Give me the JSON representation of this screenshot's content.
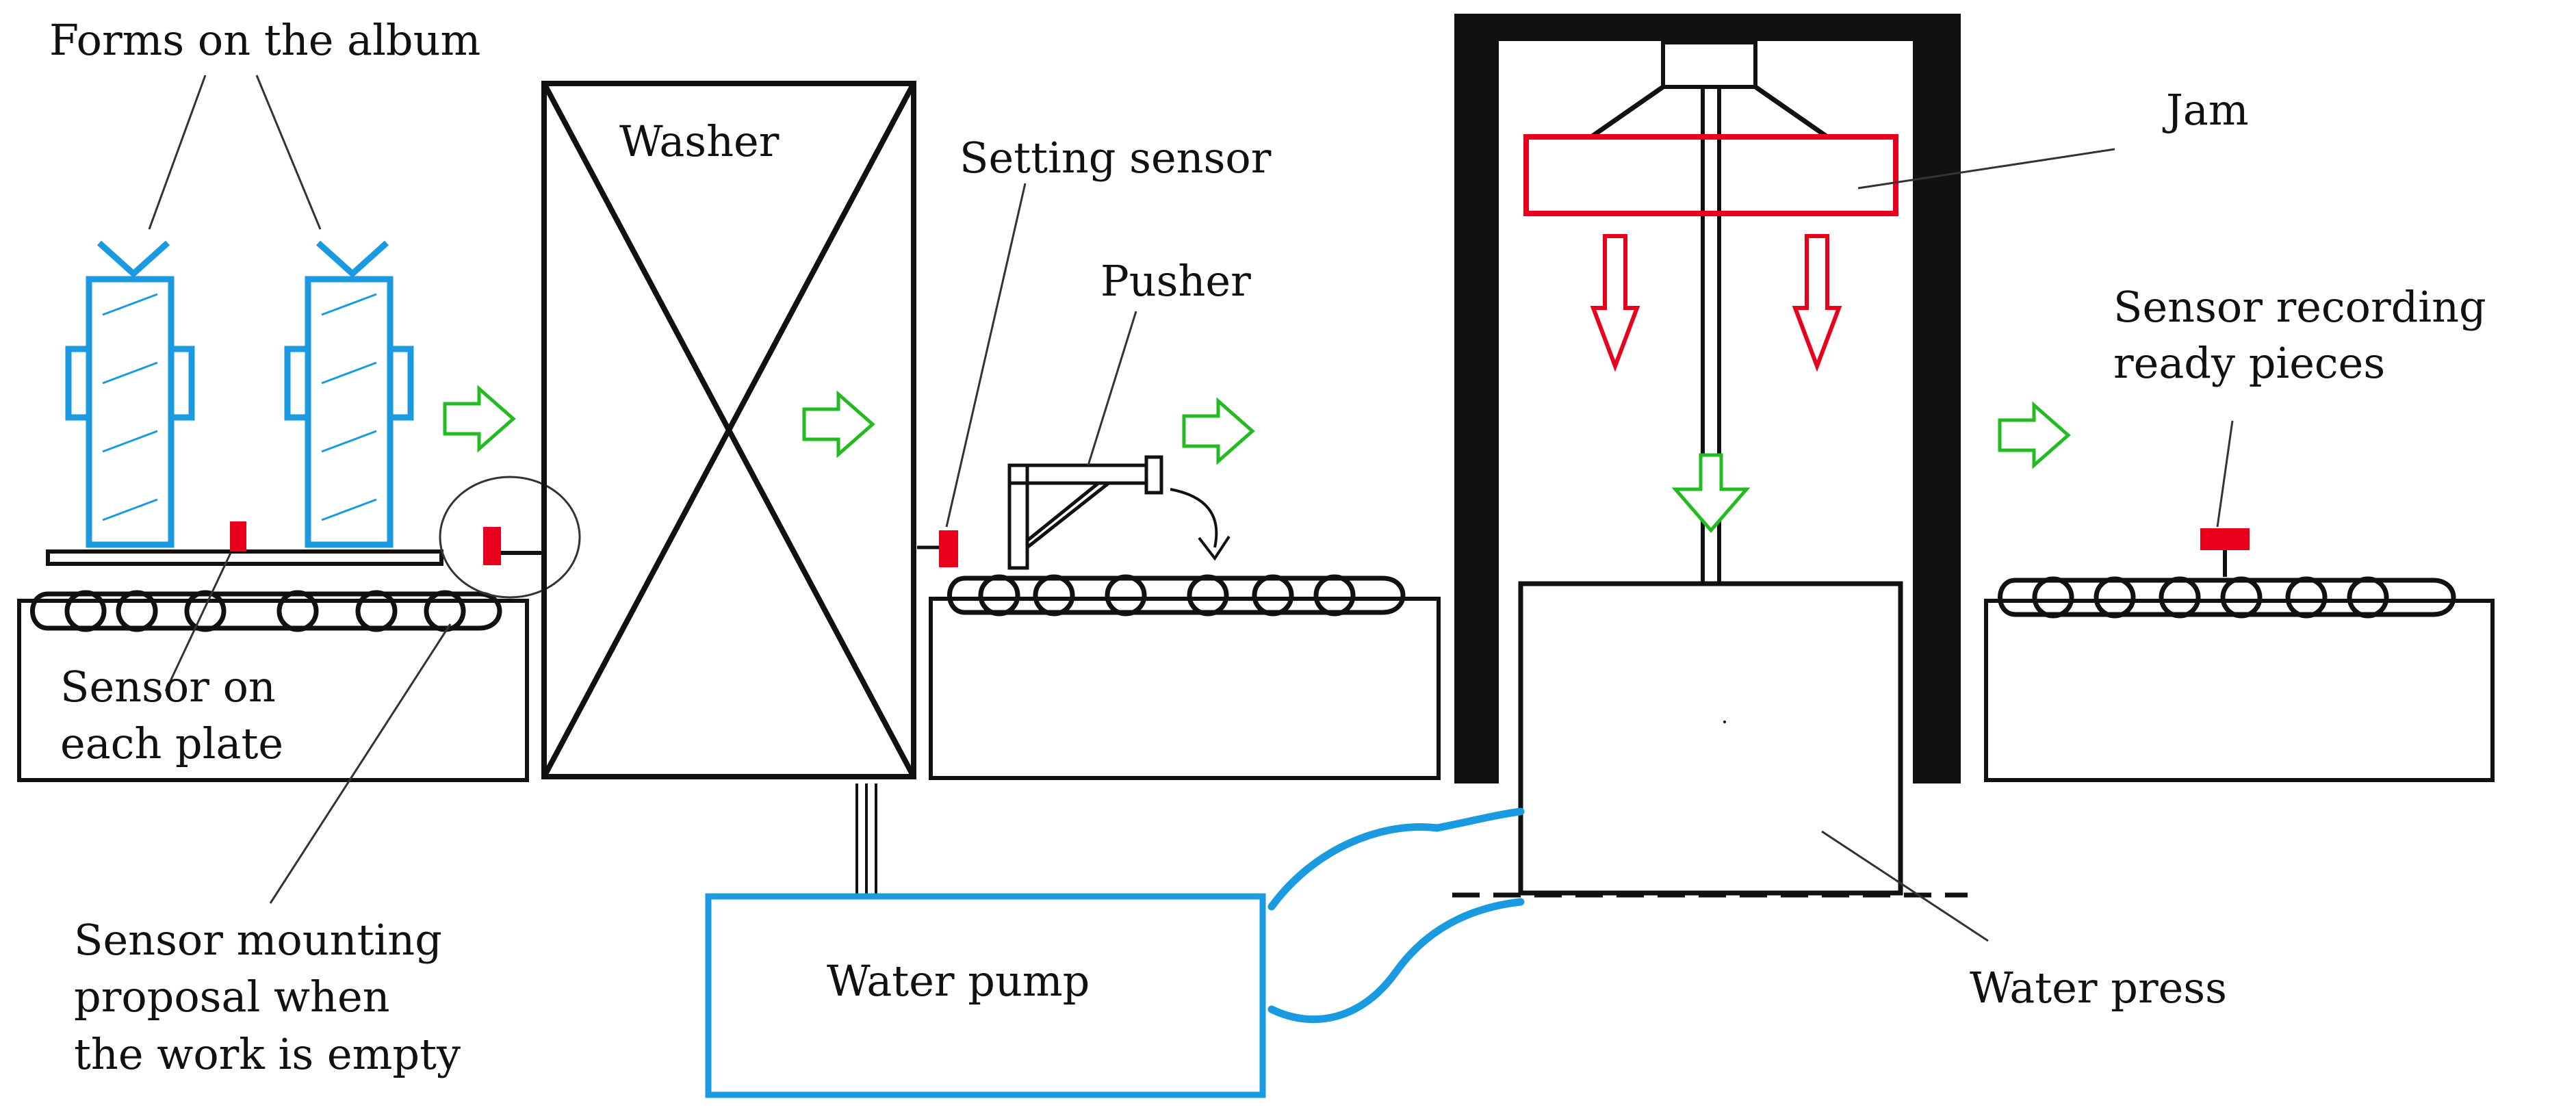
{
  "labels": {
    "forms": "Forms on the album",
    "washer": "Washer",
    "setting_sensor": "Setting sensor",
    "pusher": "Pusher",
    "jam": "Jam",
    "sensor_ready_1": "Sensor recording",
    "sensor_ready_2": "ready pieces",
    "sensor_plate_1": "Sensor on",
    "sensor_plate_2": "each plate",
    "proposal_1": "Sensor mounting",
    "proposal_2": "proposal when",
    "proposal_3": "the work is empty",
    "water_pump": "Water pump",
    "water_press": "Water press"
  },
  "colors": {
    "outline": "#111111",
    "forms": "#1a9ae0",
    "pipe": "#1a9ae0",
    "sensor": "#e8001c",
    "jam": "#e8001c",
    "flow_arrow": "#22bb22"
  }
}
